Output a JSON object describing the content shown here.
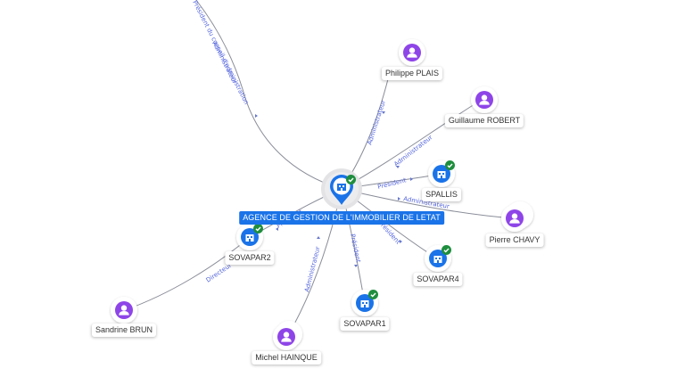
{
  "center": {
    "label": "AGENCE DE GESTION DE L'IMMOBILIER DE LETAT"
  },
  "companies": [
    {
      "id": "spallis",
      "label": "SPALLIS"
    },
    {
      "id": "sovapar4",
      "label": "SOVAPAR4"
    },
    {
      "id": "sovapar1",
      "label": "SOVAPAR1"
    },
    {
      "id": "sovapar2",
      "label": "SOVAPAR2"
    }
  ],
  "persons": [
    {
      "id": "philippe",
      "label": "Philippe PLAIS"
    },
    {
      "id": "guillaume",
      "label": "Guillaume ROBERT"
    },
    {
      "id": "pierre",
      "label": "Pierre CHAVY"
    },
    {
      "id": "michel",
      "label": "Michel HAINQUE"
    },
    {
      "id": "sandrine",
      "label": "Sandrine BRUN"
    }
  ],
  "relations": {
    "top_offscreen": "Président du conseil d'administration",
    "top_offscreen_2": "Administrateur",
    "philippe": "Administrateur",
    "guillaume": "Administrateur",
    "spallis": "Président",
    "pierre": "Administrateur",
    "sovapar4": "Président",
    "sovapar1": "Président",
    "michel": "Administrateur",
    "sovapar2": "Président",
    "sandrine": "Directeur"
  },
  "colors": {
    "company_blue": "#1a73e8",
    "person_purple": "#8e44e8",
    "check_green": "#1e8e3e",
    "edge_gray": "#8a8d99",
    "relation_text": "#5566dd"
  },
  "icons": {
    "company": "building-icon",
    "person": "person-icon",
    "verified": "check-badge-icon"
  }
}
